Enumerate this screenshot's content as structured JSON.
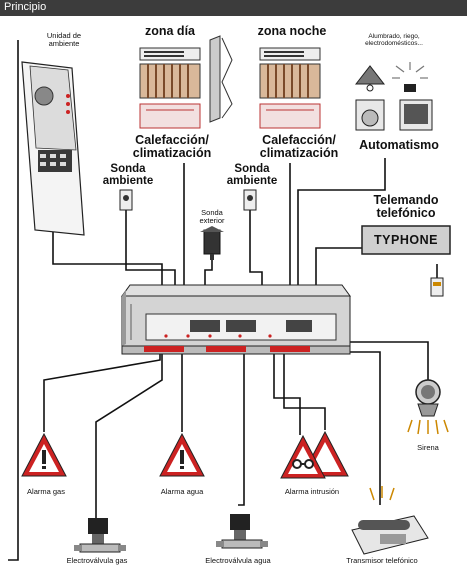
{
  "header": {
    "title": "Principio"
  },
  "labels": {
    "unidad_ambiente": "Unidad de ambiente",
    "zona_dia": "zona día",
    "zona_noche": "zona noche",
    "calefaccion_dia": "Calefacción/ climatización",
    "calefaccion_noche": "Calefacción/ climatización",
    "alumbrado": "Alumbrado, riego, electrodomésticos...",
    "automatismo": "Automatismo",
    "sonda_ambiente_1": "Sonda ambiente",
    "sonda_ambiente_2": "Sonda ambiente",
    "sonda_exterior": "Sonda exterior",
    "telemando": "Telemando telefónico",
    "typhone": "TYPHONE",
    "alarma_gas": "Alarma gas",
    "alarma_agua": "Alarma agua",
    "alarma_intrusion": "Alarma intrusión",
    "sirena": "Sirena",
    "electrovalvula_gas": "Electroválvula gas",
    "electrovalvula_agua": "Electroválvula agua",
    "transmisor": "Transmisor telefónico"
  }
}
